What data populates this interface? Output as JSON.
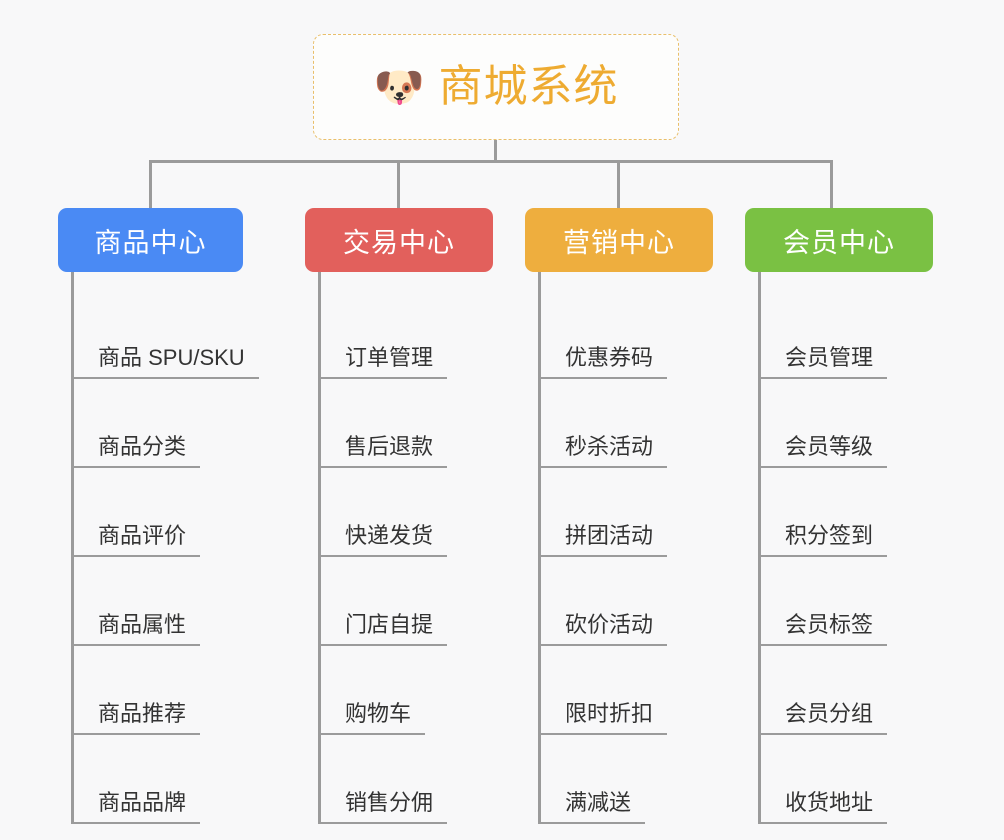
{
  "page": {
    "background_color": "#f8f8f9",
    "line_color": "#9b9b9b",
    "leaf_text_color": "#333333"
  },
  "root": {
    "icon": "🐶",
    "icon_name": "shiba-dog-face-icon",
    "title": "商城系统",
    "text_color": "#eeab31",
    "border_color": "#e9bf6a",
    "background": "#fdfdfc"
  },
  "branches": [
    {
      "id": "product-center",
      "label": "商品中心",
      "color": "#4a8af4",
      "text_color": "#ffffff",
      "items": [
        {
          "label": "商品 SPU/SKU"
        },
        {
          "label": "商品分类"
        },
        {
          "label": "商品评价"
        },
        {
          "label": "商品属性"
        },
        {
          "label": "商品推荐"
        },
        {
          "label": "商品品牌"
        }
      ]
    },
    {
      "id": "trade-center",
      "label": "交易中心",
      "color": "#e2605c",
      "text_color": "#ffffff",
      "items": [
        {
          "label": "订单管理"
        },
        {
          "label": "售后退款"
        },
        {
          "label": "快递发货"
        },
        {
          "label": "门店自提"
        },
        {
          "label": "购物车"
        },
        {
          "label": "销售分佣"
        }
      ]
    },
    {
      "id": "marketing-center",
      "label": "营销中心",
      "color": "#eeae3e",
      "text_color": "#ffffff",
      "items": [
        {
          "label": "优惠券码"
        },
        {
          "label": "秒杀活动"
        },
        {
          "label": "拼团活动"
        },
        {
          "label": "砍价活动"
        },
        {
          "label": "限时折扣"
        },
        {
          "label": "满减送"
        }
      ]
    },
    {
      "id": "member-center",
      "label": "会员中心",
      "color": "#7ac143",
      "text_color": "#ffffff",
      "items": [
        {
          "label": "会员管理"
        },
        {
          "label": "会员等级"
        },
        {
          "label": "积分签到"
        },
        {
          "label": "会员标签"
        },
        {
          "label": "会员分组"
        },
        {
          "label": "收货地址"
        }
      ]
    }
  ]
}
